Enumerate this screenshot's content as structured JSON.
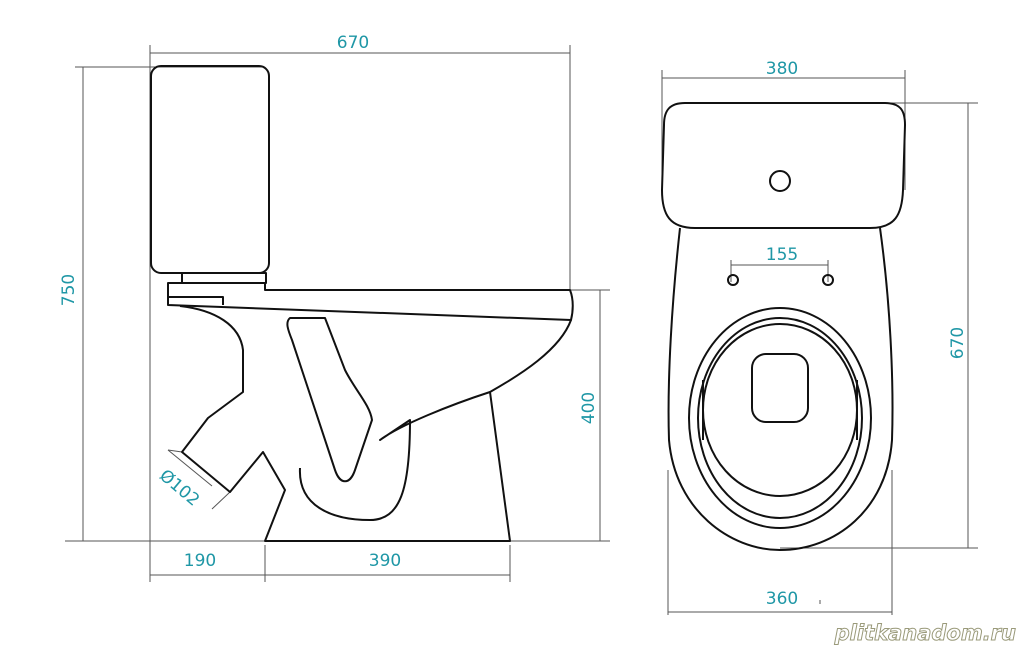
{
  "title": "Toilet dimensional drawing",
  "side_view": {
    "width_total": "670",
    "height_total": "750",
    "bowl_height": "400",
    "outlet_offset": "190",
    "base_length": "390",
    "outlet_diameter": "Ø102"
  },
  "top_view": {
    "tank_width": "380",
    "bolt_spacing": "155",
    "depth": "670",
    "bowl_width": "360"
  },
  "watermark": "plitkanadom.ru",
  "colors": {
    "dimension_text": "#1f97a6",
    "outline": "#111111"
  }
}
